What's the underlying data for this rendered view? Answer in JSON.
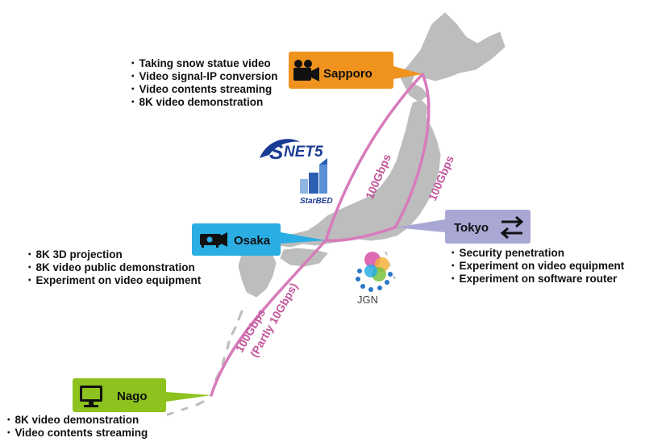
{
  "colors": {
    "land": "#bdbdbd",
    "route": "#d77bbb",
    "link_text": "#c2569b",
    "sapporo": "#f0931e",
    "osaka": "#2aaee3",
    "tokyo": "#a9a7d4",
    "nago": "#8dc21f"
  },
  "sites": {
    "sapporo": {
      "name": "Sapporo",
      "icon": "movie-camera-icon",
      "items": [
        "Taking snow statue video",
        "Video signal-IP conversion",
        "Video contents streaming",
        "8K video demonstration"
      ]
    },
    "osaka": {
      "name": "Osaka",
      "icon": "projector-icon",
      "items": [
        "8K 3D projection",
        "8K video public demonstration",
        "Experiment on video equipment"
      ]
    },
    "tokyo": {
      "name": "Tokyo",
      "icon": "exchange-arrows-icon",
      "items": [
        "Security penetration",
        "Experiment on video equipment",
        "Experiment on software router"
      ]
    },
    "nago": {
      "name": "Nago",
      "icon": "monitor-icon",
      "items": [
        "8K video demonstration",
        "Video contents streaming"
      ]
    }
  },
  "links": {
    "west": "100Gbps",
    "east": "100Gbps",
    "south_line1": "100Gbps",
    "south_line2": "(Partly 10Gbps)"
  },
  "logos": {
    "sinet": "NET5",
    "sinet_mark": "S",
    "starbed": "StarBED",
    "jgn": "JGN"
  }
}
